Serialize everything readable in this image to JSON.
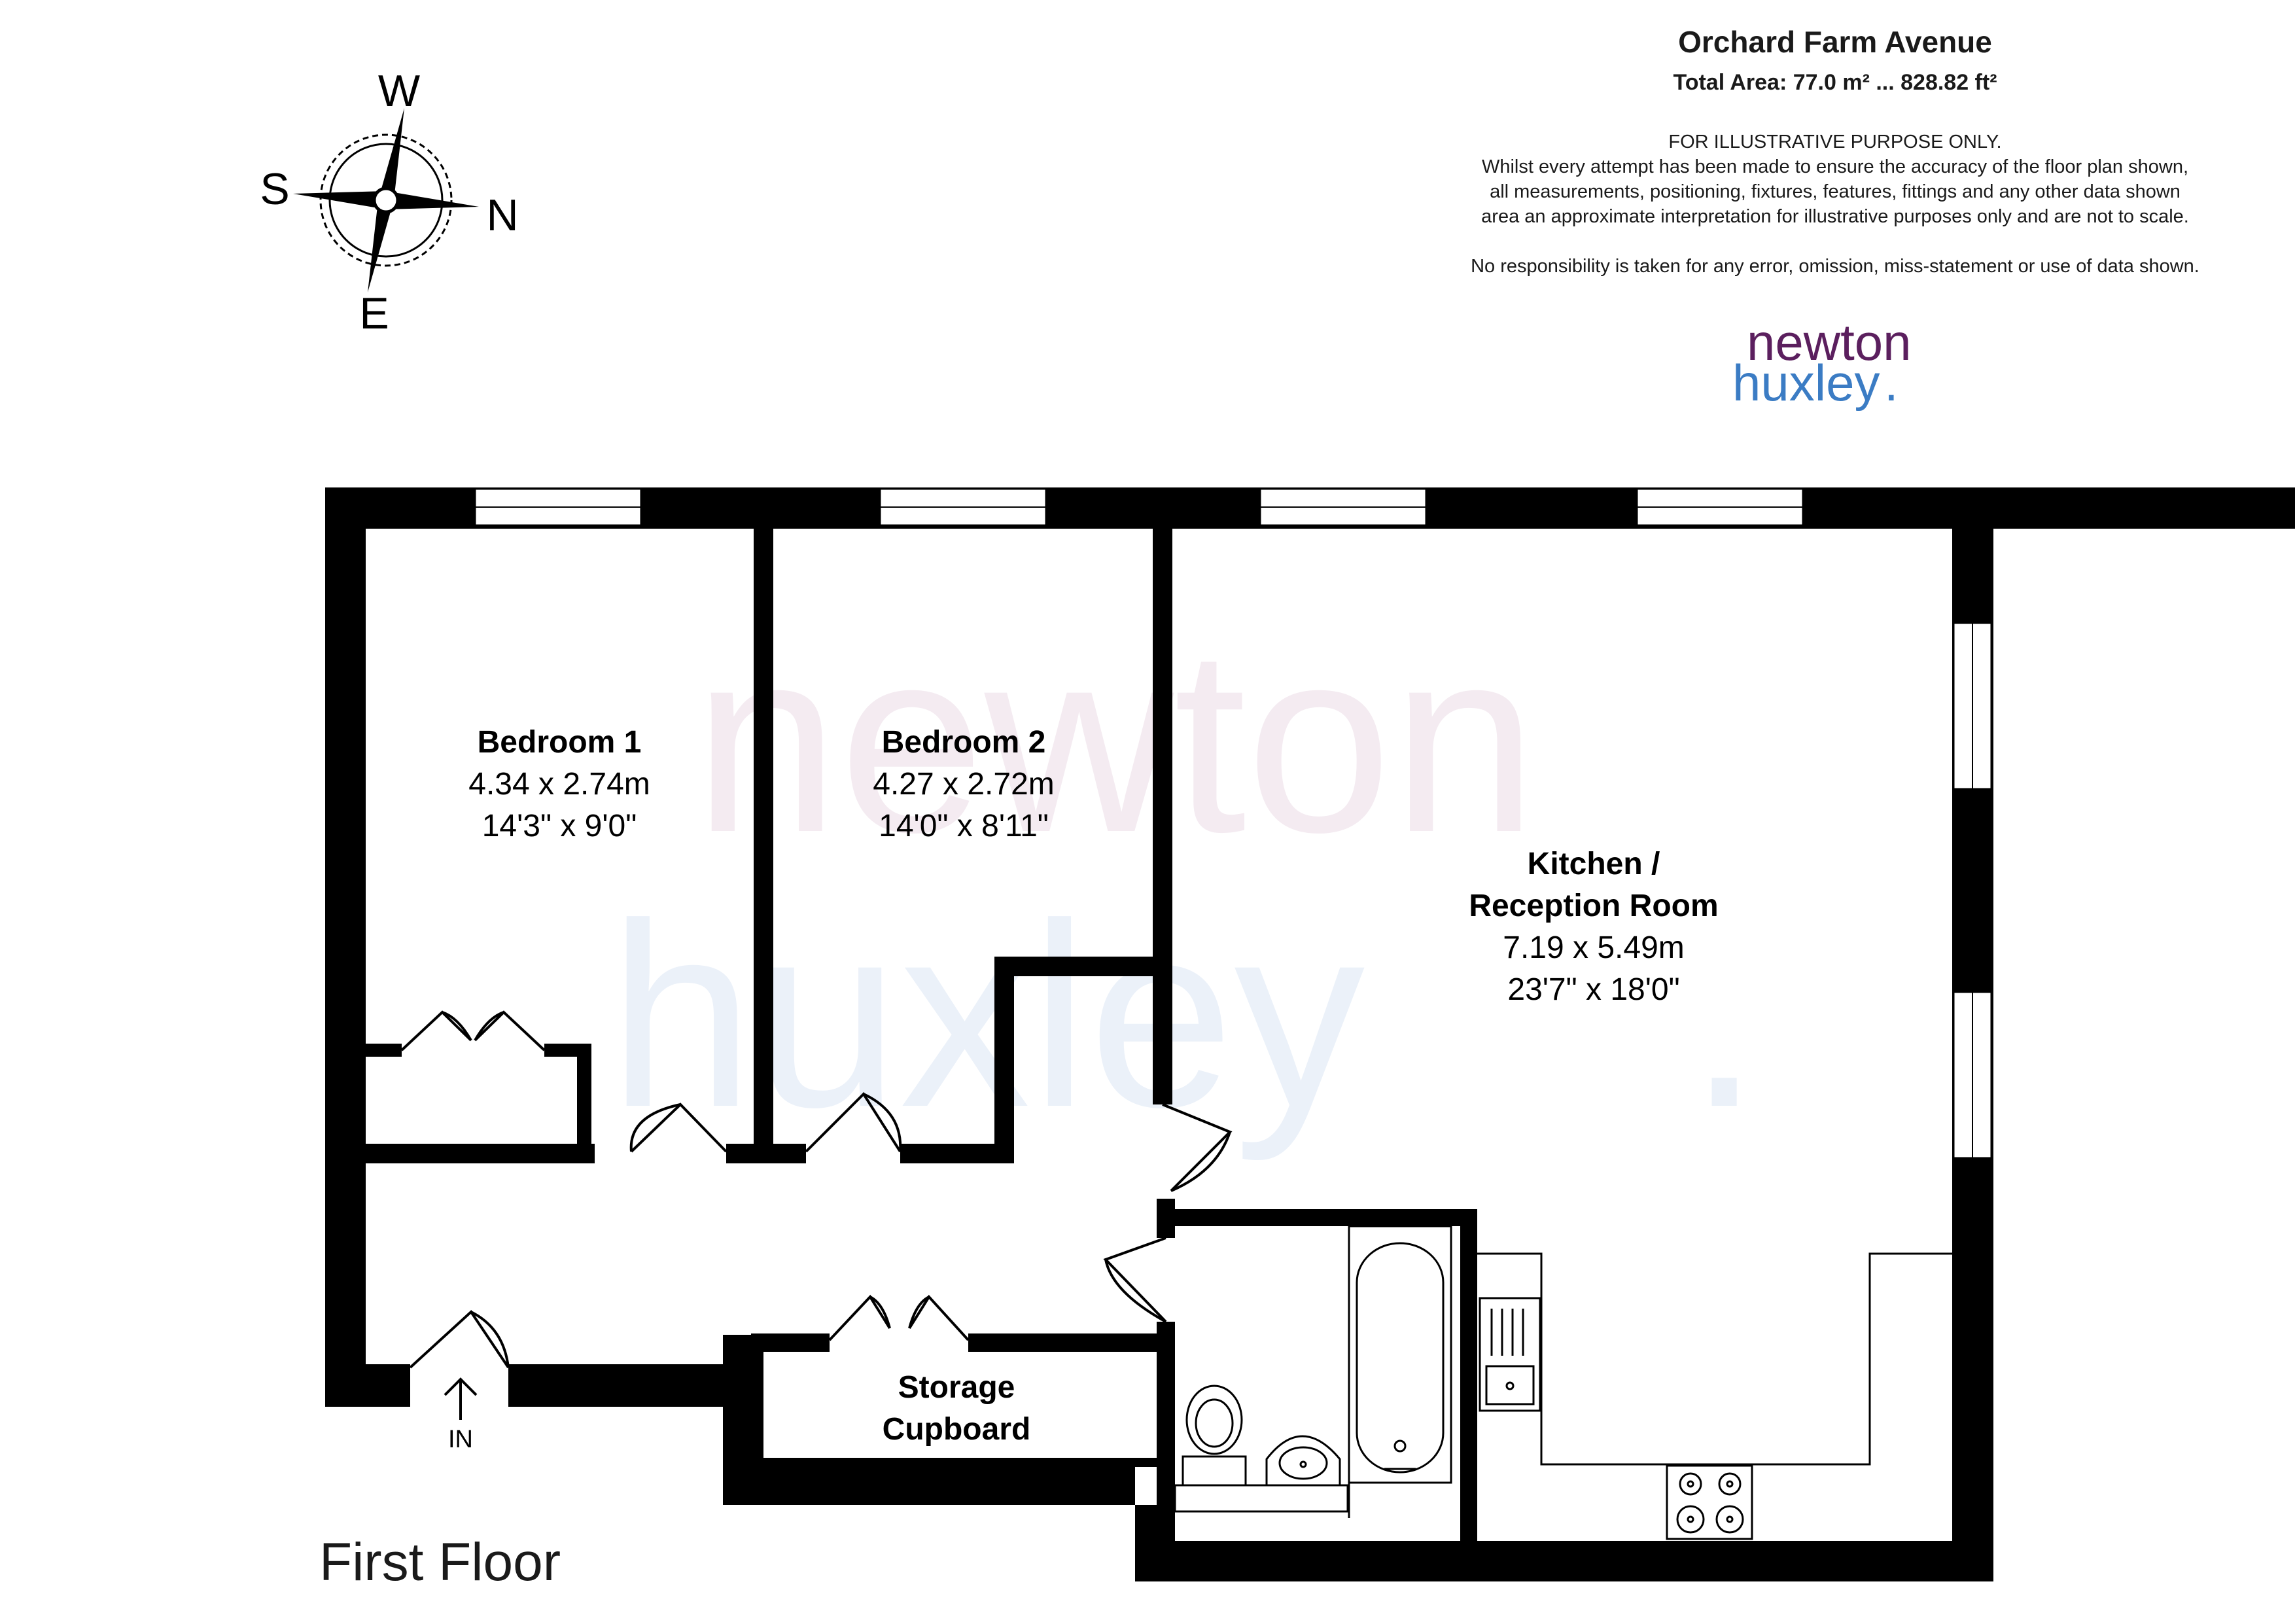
{
  "header": {
    "title": "Orchard Farm Avenue",
    "total_area": "Total Area: 77.0 m²  ... 828.82 ft²"
  },
  "disclaimer": {
    "heading": "FOR ILLUSTRATIVE PURPOSE ONLY.",
    "line1": "Whilst every attempt has been made to ensure the accuracy of the floor plan shown,",
    "line2": "all measurements, positioning, fixtures, features, fittings and any other data shown",
    "line3": "area an approximate interpretation for illustrative purposes only and are not to scale.",
    "responsibility": "No responsibility is taken for any error, omission, miss-statement or use of data shown."
  },
  "logo": {
    "line1": "newton",
    "line2": "huxley",
    "dot": ".",
    "color1": "#5b1f5e",
    "color2": "#3b7cc4"
  },
  "watermark": {
    "line1": "newton",
    "line2": "huxley",
    "dot": "."
  },
  "compass": {
    "north": "N",
    "south": "S",
    "east": "E",
    "west": "W"
  },
  "rooms": {
    "bedroom1": {
      "name": "Bedroom 1",
      "metric": "4.34 x 2.74m",
      "imperial": "14'3\" x 9'0\""
    },
    "bedroom2": {
      "name": "Bedroom 2",
      "metric": "4.27 x 2.72m",
      "imperial": "14'0\" x 8'11\""
    },
    "kitchen": {
      "name1": "Kitchen /",
      "name2": "Reception Room",
      "metric": "7.19 x 5.49m",
      "imperial": "23'7\" x 18'0\""
    },
    "storage": {
      "name1": "Storage",
      "name2": "Cupboard"
    }
  },
  "entrance": {
    "label": "IN"
  },
  "floor": {
    "label": "First Floor"
  },
  "colors": {
    "wall": "#000000",
    "watermark1": "#f4ebf1",
    "watermark2": "#ebf1f9"
  }
}
